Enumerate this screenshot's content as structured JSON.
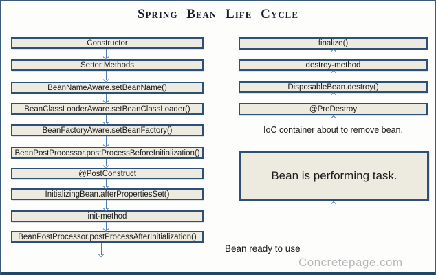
{
  "title": "Spring Bean Life Cycle",
  "colors": {
    "box_fill": "#edeae0",
    "box_border": "#2e5077",
    "arrow": "#4f7db5",
    "frame_border": "#224668",
    "watermark": "#b5b8bb"
  },
  "creation_flow": {
    "boxes": [
      "Constructor",
      "Setter Methods",
      "BeanNameAware.setBeanName()",
      "BeanClassLoaderAware.setBeanClassLoader()",
      "BeanFactoryAware.setBeanFactory()",
      "BeanPostProcessor.postProcessBeforeInitialization()",
      "@PostConstruct",
      "InitializingBean.afterPropertiesSet()",
      "init-method",
      "BeanPostProcessor.postProcessAfterInitialization()"
    ]
  },
  "destruction_flow": {
    "boxes": [
      "finalize()",
      "destroy-method",
      "DisposableBean.destroy()",
      "@PreDestroy"
    ]
  },
  "running_state": {
    "label": "Bean is performing task."
  },
  "annotations": {
    "ioc_remove": "IoC container about to remove bean.",
    "bean_ready": "Bean ready to use",
    "watermark": "Concretepage.com"
  }
}
